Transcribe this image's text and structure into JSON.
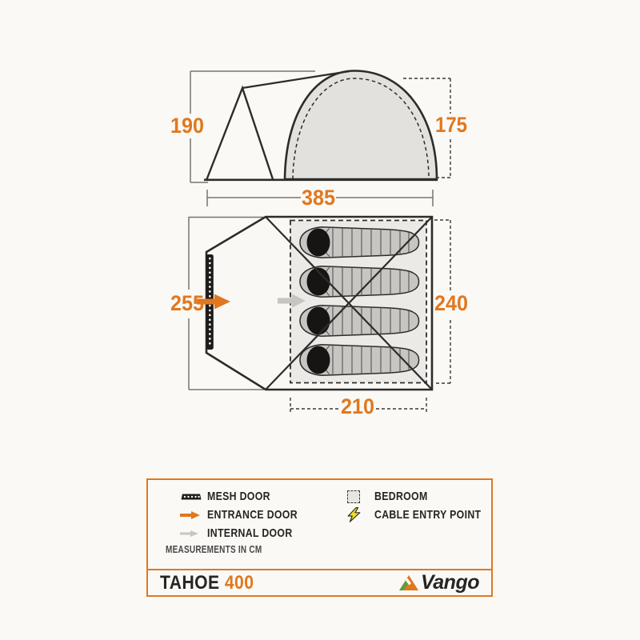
{
  "colors": {
    "accent_orange": "#e0781f",
    "ink": "#2e2c2a",
    "dim_bracket_gray": "#77756f",
    "dome_fill": "#e2e1de",
    "bedroom_fill": "#ebeae7",
    "sleeping_bag_fill": "#c7c6c3",
    "sleeping_bag_hood": "#171513",
    "internal_arrow_gray": "#c6c5c2",
    "bolt_yellow": "#f3e11e"
  },
  "diagram": {
    "units": "cm",
    "side_view": {
      "height": "190",
      "dome_height": "175",
      "width": "385"
    },
    "floor_plan": {
      "porch_depth": "255",
      "inner_depth": "240",
      "bedroom_width": "210",
      "sleeping_bag_count": 4
    }
  },
  "legend": {
    "items_left": [
      {
        "icon": "mesh-door-icon",
        "label": "MESH DOOR"
      },
      {
        "icon": "entrance-arrow-icon",
        "label": "ENTRANCE DOOR"
      },
      {
        "icon": "internal-arrow-icon",
        "label": "INTERNAL DOOR"
      }
    ],
    "items_right": [
      {
        "icon": "bedroom-swatch-icon",
        "label": "BEDROOM"
      },
      {
        "icon": "lightning-bolt-icon",
        "label": "CABLE ENTRY POINT"
      }
    ],
    "note": "MEASUREMENTS IN CM"
  },
  "footer": {
    "model_name": "TAHOE",
    "model_number": "400",
    "brand": "Vango"
  }
}
